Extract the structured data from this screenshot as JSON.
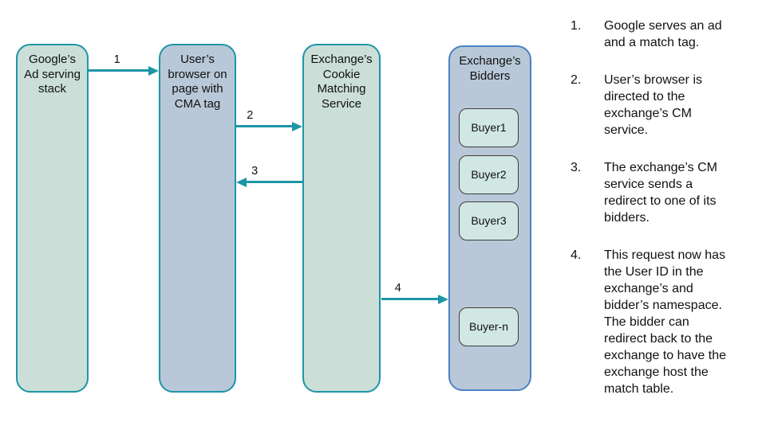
{
  "diagram": {
    "nodes": [
      {
        "id": "google-stack",
        "label": "Google’s\nAd serving\nstack",
        "fill": "#cbdfd8",
        "border": "#1d95a6"
      },
      {
        "id": "user-browser",
        "label": "User’s\nbrowser on\npage with\nCMA tag",
        "fill": "#b9c8d8",
        "border": "#1d95a6"
      },
      {
        "id": "cm-service",
        "label": "Exchange’s\nCookie\nMatching\nService",
        "fill": "#cbdfd8",
        "border": "#1d95a6"
      },
      {
        "id": "bidders",
        "label": "Exchange’s\nBidders",
        "fill": "#b9c8d8",
        "border": "#4a81c4",
        "children": [
          "Buyer1",
          "Buyer2",
          "Buyer3",
          "Buyer-n"
        ]
      }
    ],
    "arrows": [
      {
        "label": "1",
        "from": "google-stack",
        "to": "user-browser",
        "direction": "right"
      },
      {
        "label": "2",
        "from": "user-browser",
        "to": "cm-service",
        "direction": "right"
      },
      {
        "label": "3",
        "from": "cm-service",
        "to": "user-browser",
        "direction": "left"
      },
      {
        "label": "4",
        "from": "cm-service",
        "to": "bidders",
        "direction": "right"
      }
    ]
  },
  "steps": [
    {
      "number": "1.",
      "text": "Google serves an ad and a match tag."
    },
    {
      "number": "2.",
      "text": "User’s browser is directed to the exchange’s CM service."
    },
    {
      "number": "3.",
      "text": "The exchange’s CM service sends a redirect to one of its bidders."
    },
    {
      "number": "4.",
      "text": "This request now has the User ID in the exchange’s and bidder’s namespace. The bidder can redirect back to the exchange to have the exchange host the match table."
    }
  ],
  "colors": {
    "teal_border": "#1d95a6",
    "green_fill": "#cbdfd8",
    "blue_fill": "#b9c8d8",
    "bidders_border": "#4a81c4",
    "buyer_fill": "#d0e7e3",
    "buyer_border": "#3d3d3d",
    "arrow": "#1d95a6",
    "text": "#111111"
  }
}
